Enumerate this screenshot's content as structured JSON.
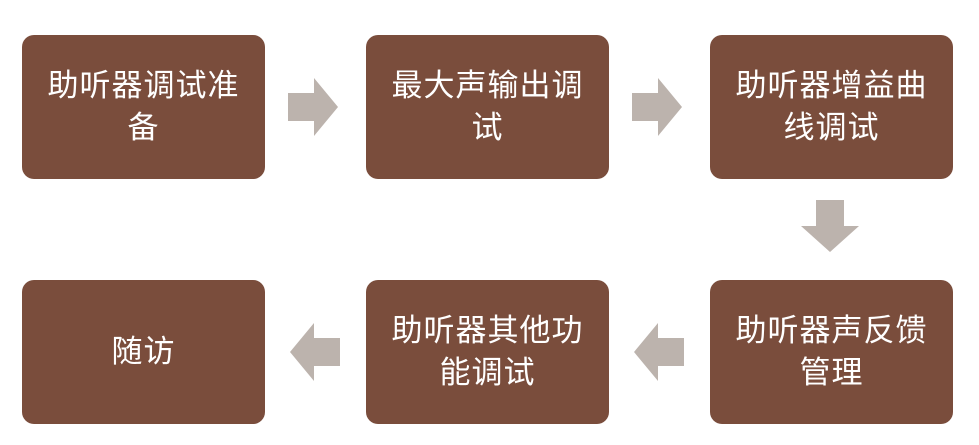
{
  "steps": [
    {
      "id": "prep",
      "label": "助听器调试准备"
    },
    {
      "id": "max-output",
      "label": "最大声输出调试"
    },
    {
      "id": "gain-curve",
      "label": "助听器增益曲线调试"
    },
    {
      "id": "feedback",
      "label": "助听器声反馈管理"
    },
    {
      "id": "other-functions",
      "label": "助听器其他功能调试"
    },
    {
      "id": "follow-up",
      "label": "随访"
    }
  ],
  "colors": {
    "box_fill": "#7a4d3c",
    "box_text": "#ffffff",
    "arrow_fill": "#bcb3ad"
  },
  "flow": [
    "prep",
    "max-output",
    "gain-curve",
    "feedback",
    "other-functions",
    "follow-up"
  ]
}
